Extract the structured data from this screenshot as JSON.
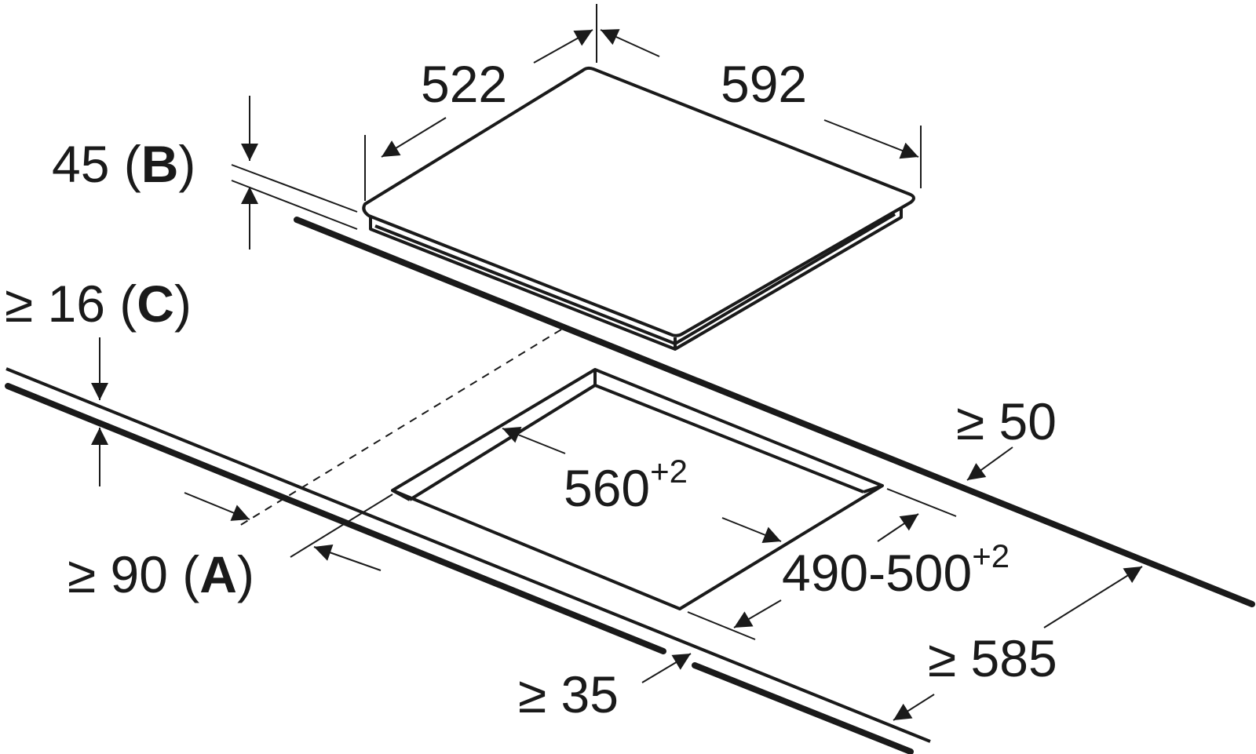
{
  "dimensions": {
    "width_522": "522",
    "width_592": "592",
    "height_45": "45 (",
    "label_b": "B",
    "close_paren_b": ")",
    "thickness_16": "≥ 16 (",
    "label_c": "C",
    "close_paren_c": ")",
    "gap_90": "≥ 90 (",
    "label_a": "A",
    "close_paren_a": ")",
    "gap_50": "≥ 50",
    "cutout_560": "560",
    "cutout_560_sup": "+2",
    "cutout_490_500": "490-500",
    "cutout_490_500_sup": "+2",
    "gap_35": "≥ 35",
    "depth_585": "≥ 585"
  }
}
